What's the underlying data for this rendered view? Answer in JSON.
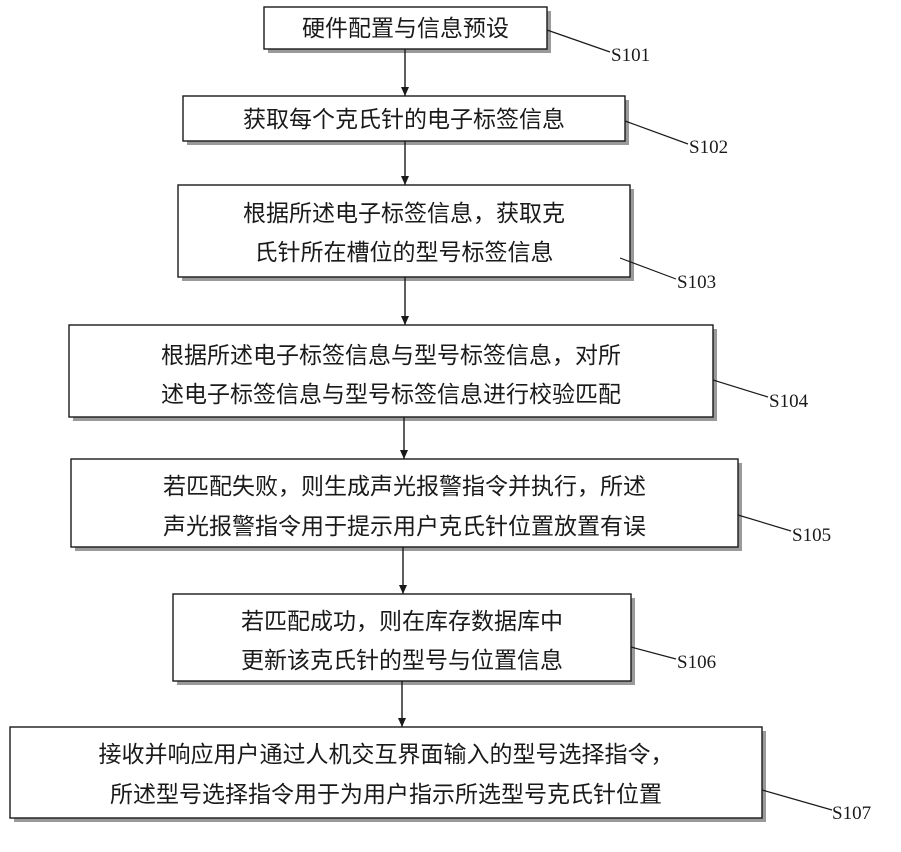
{
  "steps": [
    {
      "id": "S101",
      "lines": [
        "硬件配置与信息预设"
      ]
    },
    {
      "id": "S102",
      "lines": [
        "获取每个克氏针的电子标签信息"
      ]
    },
    {
      "id": "S103",
      "lines": [
        "根据所述电子标签信息，获取克",
        "氏针所在槽位的型号标签信息"
      ]
    },
    {
      "id": "S104",
      "lines": [
        "根据所述电子标签信息与型号标签信息，对所",
        "述电子标签信息与型号标签信息进行校验匹配"
      ]
    },
    {
      "id": "S105",
      "lines": [
        "若匹配失败，则生成声光报警指令并执行，所述",
        "声光报警指令用于提示用户克氏针位置放置有误"
      ]
    },
    {
      "id": "S106",
      "lines": [
        "若匹配成功，则在库存数据库中",
        "更新该克氏针的型号与位置信息"
      ]
    },
    {
      "id": "S107",
      "lines": [
        "接收并响应用户通过人机交互界面输入的型号选择指令，",
        "所述型号选择指令用于为用户指示所选型号克氏针位置"
      ]
    }
  ]
}
